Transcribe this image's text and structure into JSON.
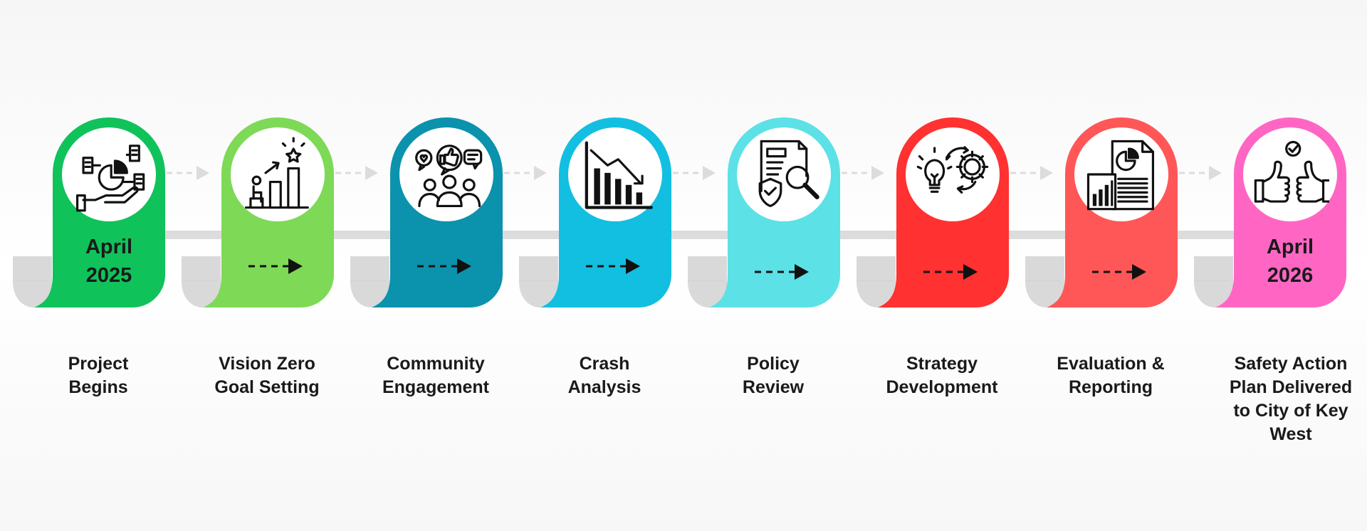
{
  "timeline": {
    "stages": [
      {
        "date_line1": "April",
        "date_line2": "2025",
        "label": "Project\nBegins",
        "color": "#10c25a",
        "icon": "analytics-hand-icon",
        "has_arrow": false
      },
      {
        "date_line1": "",
        "date_line2": "",
        "label": "Vision Zero\nGoal Setting",
        "color": "#7ed957",
        "icon": "goal-steps-icon",
        "has_arrow": true
      },
      {
        "date_line1": "",
        "date_line2": "",
        "label": "Community\nEngagement",
        "color": "#0b92ad",
        "icon": "community-feedback-icon",
        "has_arrow": true
      },
      {
        "date_line1": "",
        "date_line2": "",
        "label": "Crash\nAnalysis",
        "color": "#12bfe0",
        "icon": "declining-bar-chart-icon",
        "has_arrow": true
      },
      {
        "date_line1": "",
        "date_line2": "",
        "label": "Policy\nReview",
        "color": "#5ce1e6",
        "icon": "document-search-icon",
        "has_arrow": true
      },
      {
        "date_line1": "",
        "date_line2": "",
        "label": "Strategy\nDevelopment",
        "color": "#ff3131",
        "icon": "idea-gear-icon",
        "has_arrow": true
      },
      {
        "date_line1": "",
        "date_line2": "",
        "label": "Evaluation &\nReporting",
        "color": "#ff5757",
        "icon": "report-chart-icon",
        "has_arrow": true
      },
      {
        "date_line1": "April",
        "date_line2": "2026",
        "label": "Safety Action\nPlan Delivered\nto City of Key\nWest",
        "color": "#ff66c4",
        "icon": "thumbs-up-icon",
        "has_arrow": false
      }
    ]
  }
}
